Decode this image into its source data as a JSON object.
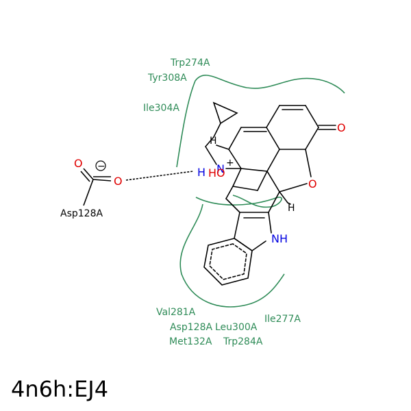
{
  "caption": "4n6h:EJ4",
  "colors": {
    "contact_arc": "#2e8b57",
    "residue_label": "#2e8b57",
    "bond": "#000000",
    "oxygen": "#e00000",
    "nitrogen": "#0000e0"
  },
  "residues": {
    "trp274": "Trp274A",
    "tyr308": "Tyr308A",
    "ile304": "Ile304A",
    "val281": "Val281A",
    "asp128_contact": "Asp128A",
    "leu300": "Leu300A",
    "ile277": "Ile277A",
    "met132": "Met132A",
    "trp284": "Trp284A",
    "asp128_sidechain": "Asp128A"
  },
  "atoms": {
    "ketone_o": "O",
    "furan_o": "O",
    "carboxylate_o_double": "O",
    "carboxylate_o_single": "O",
    "ammonium_h": "H",
    "ammonium_n": "N",
    "ammonium_charge": "+",
    "hydroxyl_oh": "HO",
    "indole_nh": "NH",
    "stereo_h_top": "H",
    "stereo_h_bottom": "H",
    "carboxylate_charge": "−"
  }
}
